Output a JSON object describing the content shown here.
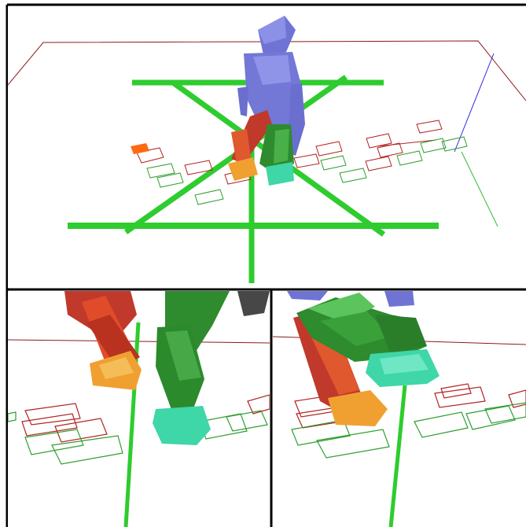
{
  "figure": {
    "views": [
      {
        "id": "overview",
        "description_name": "robot-overview-view"
      },
      {
        "id": "close_left",
        "description_name": "left-leg-closeup-view"
      },
      {
        "id": "close_right",
        "description_name": "right-leg-closeup-view"
      }
    ]
  },
  "colors": {
    "background": "#ffffff",
    "border": "#000000",
    "ground_outline": "#8b1a1a",
    "guide_green": "#2ecc2e",
    "footstep_red": "#b22222",
    "footstep_green": "#2e9e2e",
    "robot_body": "#7b7fd6",
    "leg_red": "#c0392b",
    "leg_green": "#2e8b2e",
    "foot_orange": "#f0a030",
    "foot_teal": "#3fd6a8",
    "axis_blue": "#2a2ae0",
    "axis_green": "#33bb33"
  }
}
